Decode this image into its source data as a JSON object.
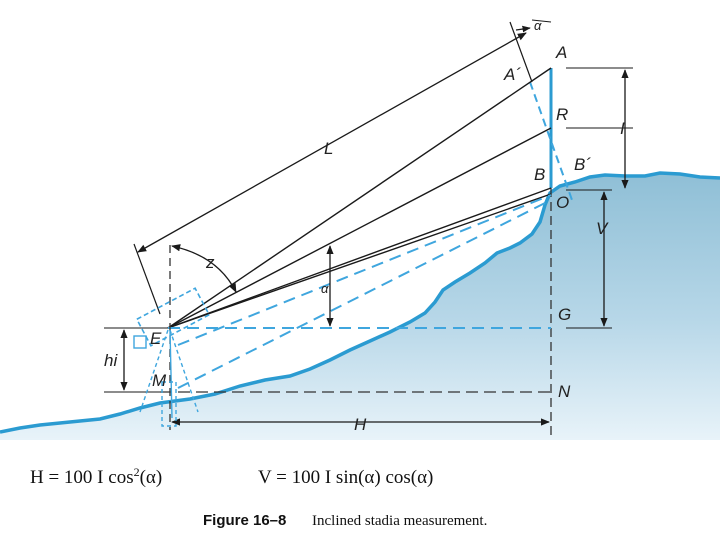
{
  "labels": {
    "A": "A",
    "A_prime": "A´",
    "alpha_top": "α",
    "R": "R",
    "I": "I",
    "B": "B",
    "B_prime": "B´",
    "O": "O",
    "L": "L",
    "z": "z",
    "alpha": "α",
    "V": "V",
    "E": "E",
    "hi": "hi",
    "M": "M",
    "G": "G",
    "N": "N",
    "H": "H"
  },
  "formulas": {
    "h": "H = 100 I  cos",
    "h_exp": "2",
    "h_arg": "(α)",
    "v": "V = 100 I sin(α) cos(α)"
  },
  "caption": {
    "number": "Figure 16–8",
    "text": "Inclined stadia measurement."
  },
  "colors": {
    "terrain": "#8fbfd6",
    "terrain_fade": "#e4f1f8",
    "ground_line": "#2b9bd1",
    "dash_blue": "#3fa6de",
    "line_dark": "#1a1a1a"
  }
}
